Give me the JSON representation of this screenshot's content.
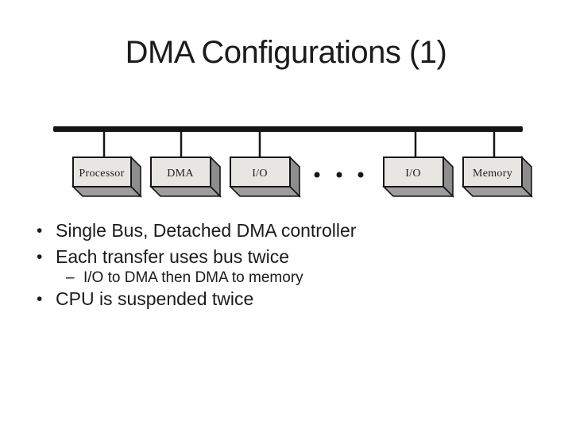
{
  "slide": {
    "title": "DMA Configurations (1)",
    "bullet_glyph": "•",
    "sub_bullet_glyph": "–",
    "bullets": [
      {
        "level": 1,
        "text": "Single Bus, Detached DMA controller"
      },
      {
        "level": 1,
        "text": "Each transfer uses bus twice"
      },
      {
        "level": 2,
        "text": "I/O to DMA then DMA to memory"
      },
      {
        "level": 1,
        "text": "CPU is suspended twice"
      }
    ]
  },
  "diagram": {
    "type": "single-bus-topology",
    "nodes": [
      {
        "label": "Processor"
      },
      {
        "label": "DMA"
      },
      {
        "label": "I/O"
      },
      {
        "label": "I/O"
      },
      {
        "label": "Memory"
      }
    ],
    "ellipsis_dots": 3,
    "colors": {
      "box_face": "#e7e6e3",
      "box_side": "#8d8d8d",
      "box_bottom": "#9d9d9d",
      "bus": "#141414"
    }
  }
}
